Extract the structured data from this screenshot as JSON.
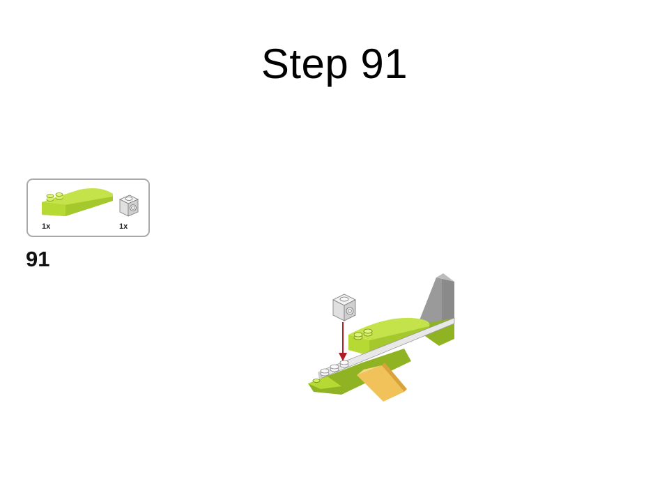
{
  "title": "Step 91",
  "parts_list": {
    "items": [
      {
        "part": "curved-slope-brick",
        "color": "#b6d934",
        "quantity": "1x"
      },
      {
        "part": "1x1-brick-with-side-stud",
        "color": "#e6e6e6",
        "quantity": "1x"
      }
    ]
  },
  "step_number": "91",
  "colors": {
    "lime": "#b6d934",
    "lime_dark": "#8fb322",
    "light_gray": "#e6e6e6",
    "dark_gray": "#8c8c8c",
    "tan": "#f1c15a",
    "arrow": "#b01e23",
    "panel_border": "#a9a9a9"
  }
}
